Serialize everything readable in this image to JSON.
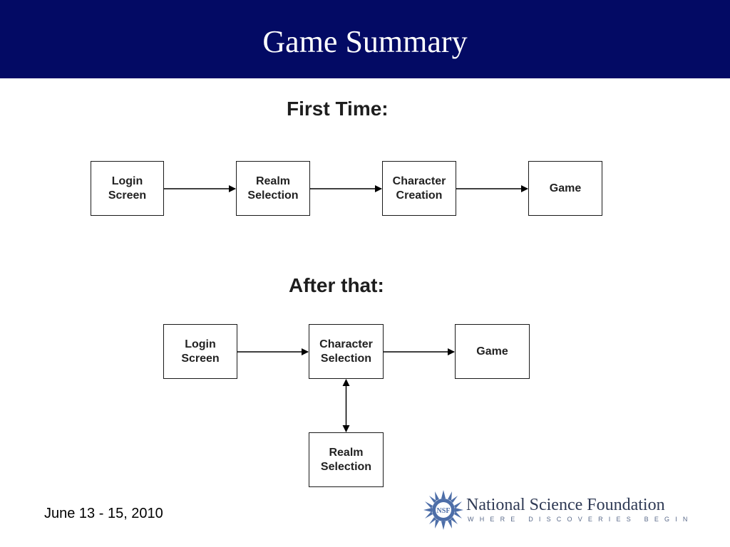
{
  "title": "Game Summary",
  "sections": {
    "first": {
      "label": "First Time:",
      "nodes": [
        "Login\nScreen",
        "Realm\nSelection",
        "Character\nCreation",
        "Game"
      ]
    },
    "after": {
      "label": "After that:",
      "nodes": [
        "Login\nScreen",
        "Character\nSelection",
        "Game",
        "Realm\nSelection"
      ]
    }
  },
  "footer": {
    "date": "June 13 - 15, 2010",
    "logo_name": "National Science Foundation",
    "logo_tagline": "WHERE DISCOVERIES BEGIN",
    "logo_seal": "NSF"
  },
  "colors": {
    "header": "#030a64",
    "box_border": "#1a1a1a",
    "arrow": "#000000"
  }
}
